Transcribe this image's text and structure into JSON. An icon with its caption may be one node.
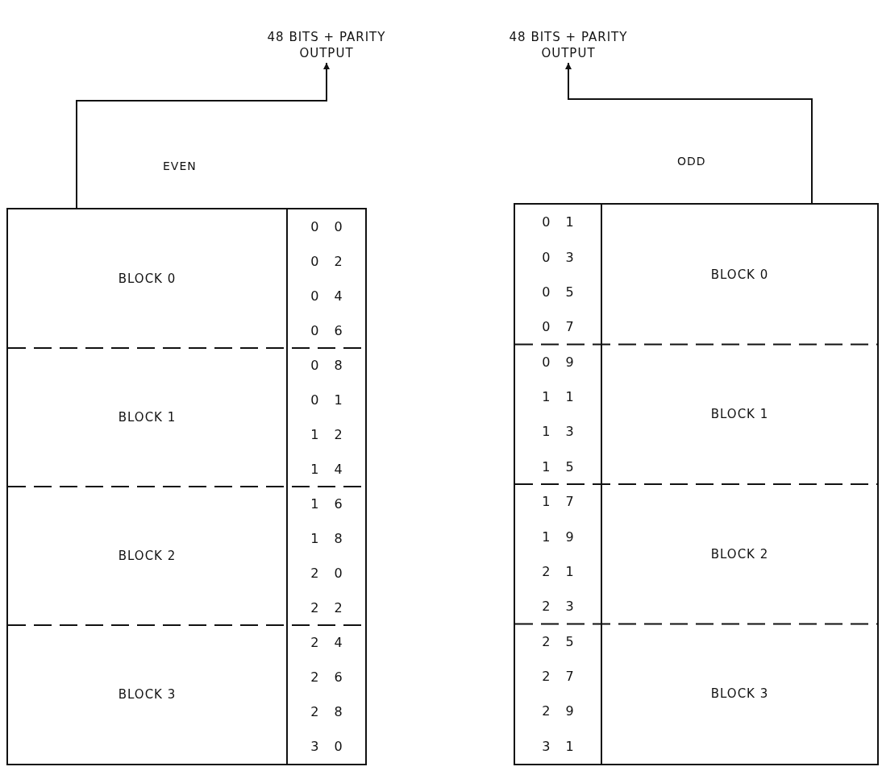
{
  "diagram": {
    "nodes": [
      {
        "text": [
          "48 BITS + PARITY OUTPUT"
        ]
      },
      {
        "text": [
          "48 BITS + PARITY OUTPUT"
        ]
      },
      {
        "text": [
          "EVEN"
        ]
      },
      {
        "text": [
          "BLOCK 0"
        ],
        "in": 2
      },
      {
        "text": [
          "BLOCK 1"
        ],
        "in": 2
      },
      {
        "text": [
          "BLOCK 2"
        ],
        "in": 2
      },
      {
        "text": [
          "BLOCK 3"
        ],
        "in": 2
      },
      {
        "text": [
          "ODD"
        ]
      },
      {
        "text": [
          "BLOCK 0"
        ],
        "in": 7
      },
      {
        "text": [
          "BLOCK 1"
        ],
        "in": 7
      },
      {
        "text": [
          "BLOCK 2"
        ],
        "in": 7
      },
      {
        "text": [
          "BLOCK 3"
        ],
        "in": 7
      }
    ],
    "edges": [
      {
        "from": 2,
        "to": 0,
        "arrow": "to"
      },
      {
        "from": 7,
        "to": 1,
        "arrow": "to"
      }
    ],
    "labels": [
      "0 0",
      "0 2",
      "0 4",
      "0 6",
      "0 8",
      "0 1",
      "1 2",
      "1 4",
      "1 6",
      "1 8",
      "2 0",
      "2 2",
      "2 4",
      "2 6",
      "2 8",
      "3 0",
      "0 1",
      "0 3",
      "0 5",
      "0 7",
      "0 9",
      "1 1",
      "1 3",
      "1 5",
      "1 7",
      "1 9",
      "2 1",
      "2 3",
      "2 5",
      "2 7",
      "2 9",
      "3 1"
    ]
  }
}
